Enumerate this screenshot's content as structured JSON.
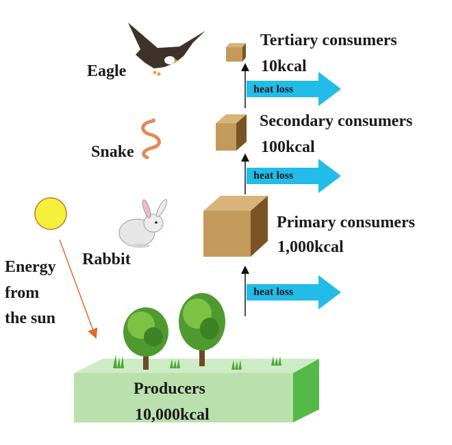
{
  "diagram": {
    "title": "Energy pyramid",
    "sun": {
      "label_lines": [
        "Energy",
        "from",
        "the sun"
      ],
      "icon": "sun-icon"
    },
    "organisms": [
      {
        "name": "Eagle",
        "icon": "eagle-icon"
      },
      {
        "name": "Snake",
        "icon": "snake-icon"
      },
      {
        "name": "Rabbit",
        "icon": "rabbit-icon"
      }
    ],
    "levels": [
      {
        "name": "Tertiary consumers",
        "energy": "10kcal"
      },
      {
        "name": "Secondary consumers",
        "energy": "100kcal"
      },
      {
        "name": "Primary consumers",
        "energy": "1,000kcal"
      },
      {
        "name": "Producers",
        "energy": "10,000kcal"
      }
    ],
    "heat_loss_label": "heat loss",
    "colors": {
      "heat_arrow": "#22bce8",
      "box_front": "#c49a5c",
      "box_top": "#d8b47a",
      "box_side": "#7a5424",
      "producer_front": "#b9e0ad",
      "producer_top": "#cdebc4",
      "producer_side": "#55b948",
      "sun_fill": "#f5f03a",
      "sun_stroke": "#c8762a",
      "sun_arrow": "#e06a2a"
    }
  }
}
